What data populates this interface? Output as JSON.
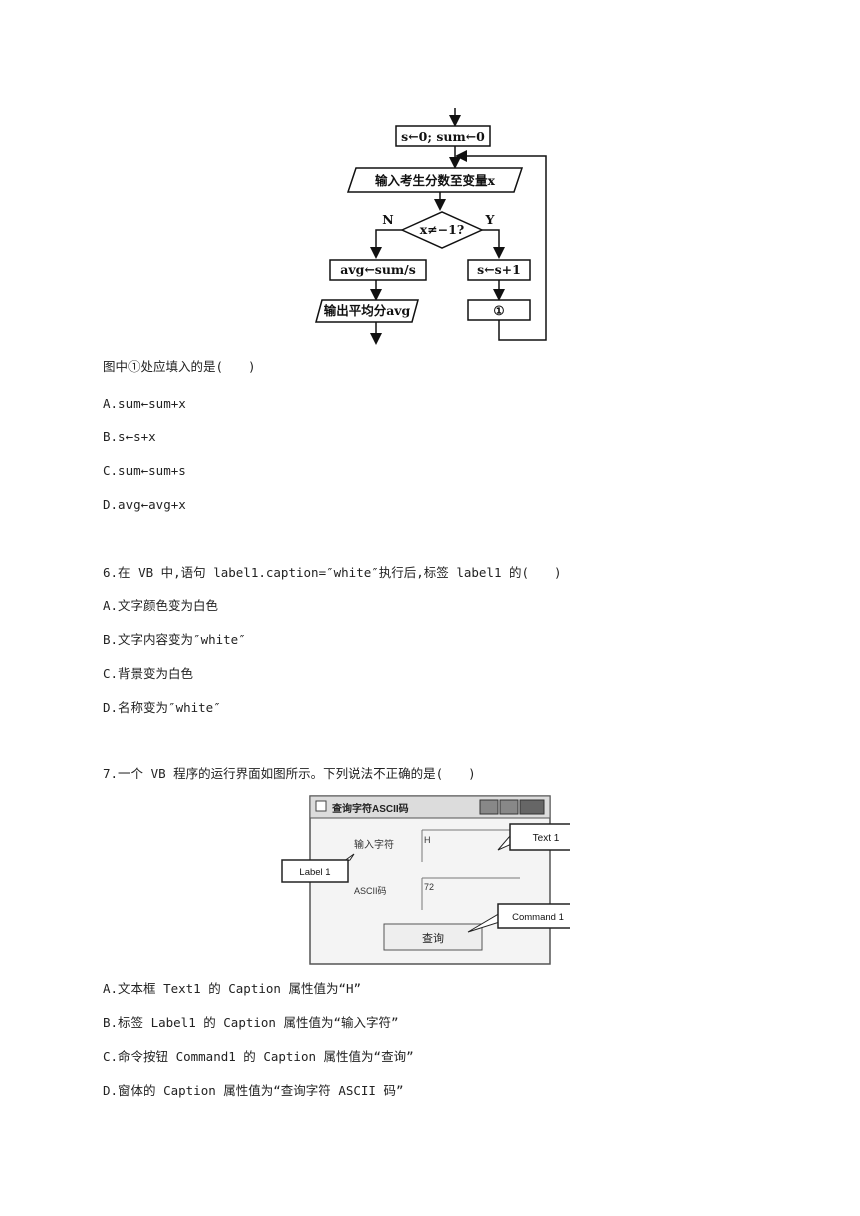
{
  "flowchart": {
    "init": "s←0; sum←0",
    "input": "输入考生分数至变量x",
    "cond": "x≠−1?",
    "no": "N",
    "yes": "Y",
    "avg": "avg←sum/s",
    "inc": "s←s+1",
    "blank": "①",
    "output": "输出平均分avg"
  },
  "q5": {
    "stem": "图中①处应填入的是(　　)",
    "options": [
      "A.sum←sum+x",
      "B.s←s+x",
      "C.sum←sum+s",
      "D.avg←avg+x"
    ]
  },
  "q6": {
    "stem": "6.在 VB 中,语句 label1.caption=″white″执行后,标签 label1 的(　　)",
    "options": [
      "A.文字颜色变为白色",
      "B.文字内容变为″white″",
      "C.背景变为白色",
      "D.名称变为″white″"
    ]
  },
  "q7": {
    "stem": "7.一个 VB 程序的运行界面如图所示。下列说法不正确的是(　　)",
    "options": [
      "A.文本框 Text1 的 Caption 属性值为“H”",
      "B.标签 Label1 的 Caption 属性值为“输入字符”",
      "C.命令按钮 Command1 的 Caption 属性值为“查询”",
      "D.窗体的 Caption 属性值为“查询字符 ASCII 码”"
    ]
  },
  "vb_window": {
    "title": "查询字符ASCII码",
    "label_input": "输入字符",
    "label_ascii": "ASCII码",
    "text1_value": "H",
    "text2_value": "72",
    "button": "查询",
    "callout_text1": "Text 1",
    "callout_label1": "Label 1",
    "callout_command1": "Command 1"
  }
}
